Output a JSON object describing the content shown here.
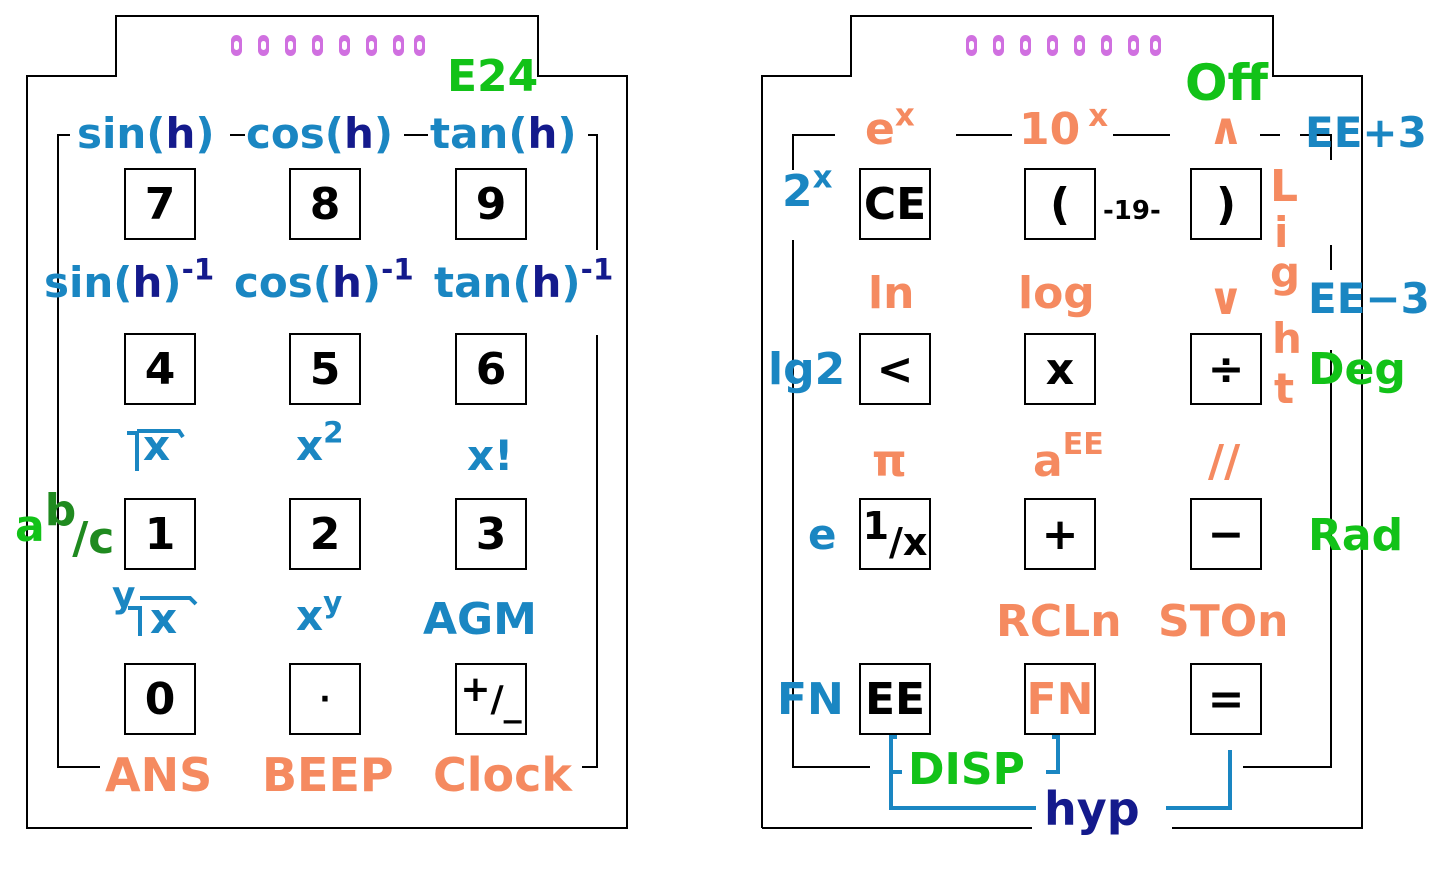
{
  "left_panel": {
    "top_label": "E24",
    "trig_row": [
      "sin(",
      "h",
      ")",
      "cos(",
      "h",
      ")",
      "tan(",
      "h",
      ")"
    ],
    "inv_trig_row": {
      "sin_prefix": "sin(",
      "cos_prefix": "cos(",
      "tan_prefix": "tan(",
      "h": "h",
      "close": ")",
      "exp": "-1"
    },
    "keys_row1": [
      "7",
      "8",
      "9"
    ],
    "keys_row2": [
      "4",
      "5",
      "6"
    ],
    "keys_row3": [
      "1",
      "2",
      "3"
    ],
    "keys_row4": [
      "0",
      "·",
      "+/₋"
    ],
    "sqrt_x": "x",
    "x2_base": "x",
    "x2_exp": "2",
    "factorial": "x!",
    "frac_a": "a",
    "frac_b": "b",
    "frac_c": "/c",
    "yroot_y": "y",
    "yroot_x": "x",
    "xy_base": "x",
    "xy_exp": "y",
    "agm": "AGM",
    "bottom_labels": [
      "ANS",
      "BEEP",
      "Clock"
    ],
    "plusminus_plus": "+",
    "plusminus_slash": "/",
    "plusminus_minus": "_"
  },
  "right_panel": {
    "ex_base": "e",
    "ex_exp": "x",
    "tenx_base": "10",
    "tenx_exp": "x",
    "and_symbol": "∧",
    "off": "Off",
    "ee_plus3": "EE+3",
    "two_x_base": "2",
    "two_x_exp": "x",
    "key_ce": "CE",
    "key_lparen": "(",
    "key_rparen": ")",
    "paren_digits": "19",
    "light": [
      "L",
      "i",
      "g",
      "h",
      "t"
    ],
    "ln": "ln",
    "log": "log",
    "or_symbol": "∨",
    "ee_minus3": "EE−3",
    "lg2": "lg2",
    "key_lt": "<",
    "key_x": "x",
    "key_div": "÷",
    "deg": "Deg",
    "pi": "π",
    "aee_base": "a",
    "aee_exp": "EE",
    "floordiv": "//",
    "e": "e",
    "key_inv_1": "1",
    "key_inv_x": "/x",
    "key_plus": "+",
    "key_minus": "−",
    "rad": "Rad",
    "rcln": "RCLn",
    "ston": "STOn",
    "fn_left": "FN",
    "key_ee": "EE",
    "key_fn": "FN",
    "key_eq": "=",
    "disp": "DISP",
    "hyp": "hyp"
  }
}
